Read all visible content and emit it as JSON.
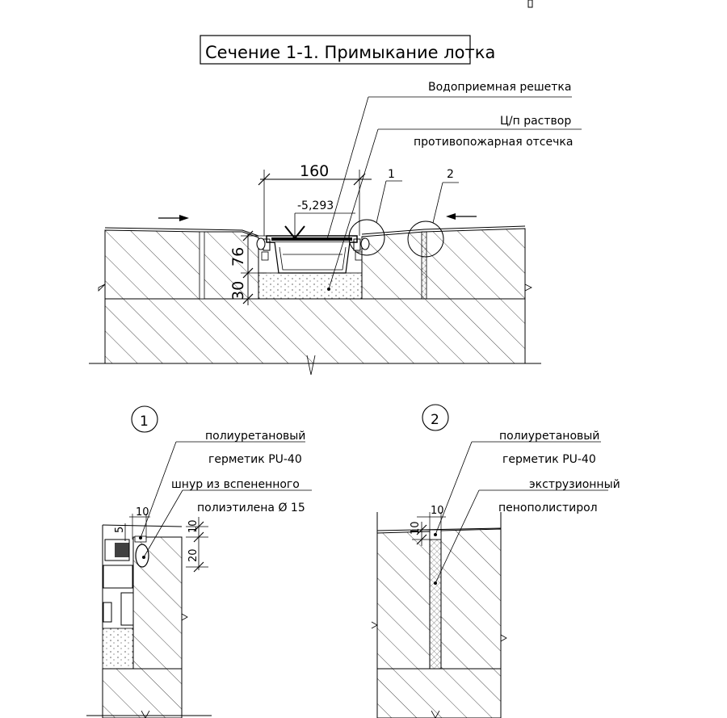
{
  "title": "Сечение 1-1. Примыкание лотка",
  "section": {
    "leaders": [
      "Водоприемная решетка",
      "Ц/п раствор",
      "противопожарная отсечка"
    ],
    "dims": {
      "width": "160",
      "top_height": "76",
      "bottom_height": "30"
    },
    "level_mark": "-5,293",
    "callouts": [
      "1",
      "2"
    ]
  },
  "detail1": {
    "number": "1",
    "notes": [
      "полиуретановый",
      "герметик PU-40",
      "шнур из вспененного",
      "полиэтилена Ø 15"
    ],
    "dims": [
      "10",
      "5",
      "10",
      "20"
    ]
  },
  "detail2": {
    "number": "2",
    "notes": [
      "полиуретановый",
      "герметик PU-40",
      "экструзионный",
      "пенополистирол"
    ],
    "dims": [
      "10",
      "10"
    ]
  },
  "colors": {
    "ink": "#000000",
    "background": "#ffffff"
  }
}
